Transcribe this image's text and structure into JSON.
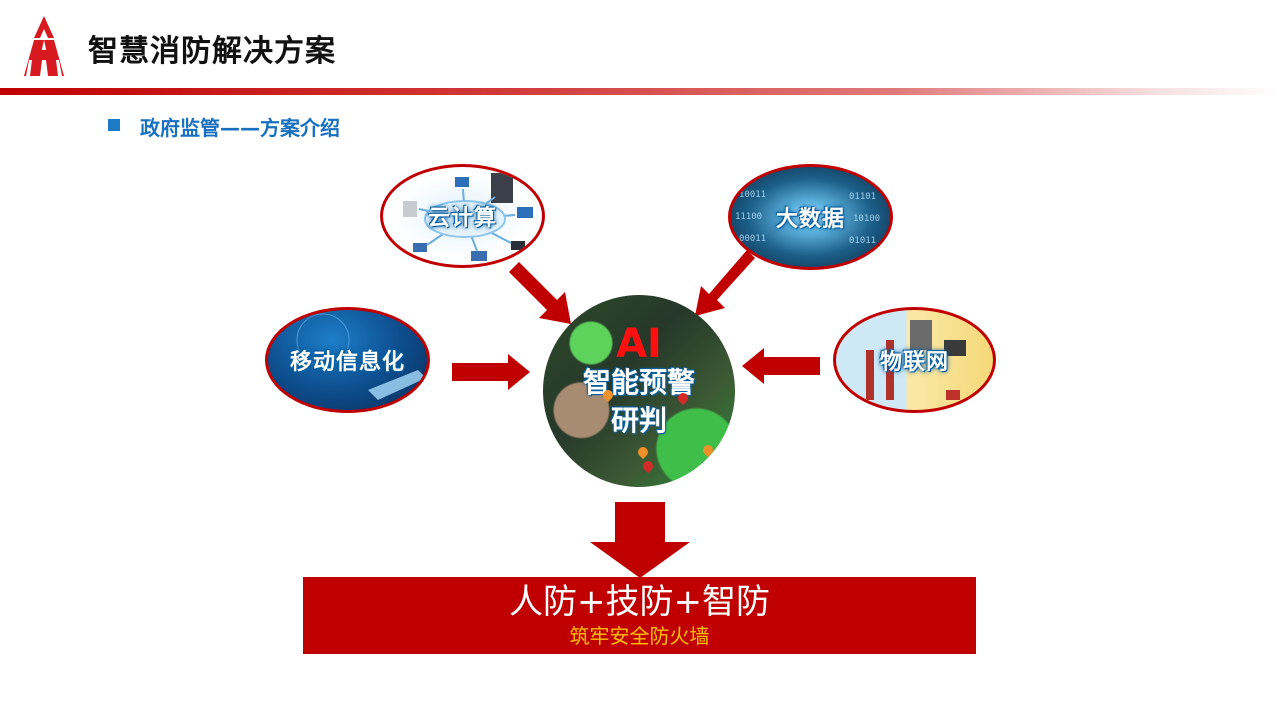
{
  "header": {
    "title": "智慧消防解决方案",
    "logo_icon": "red-triangle-logo-icon",
    "accent_color": "#c00000"
  },
  "section": {
    "bullet_icon": "square-bullet-icon",
    "subtitle": "政府监管——方案介绍",
    "subtitle_color": "#1870c0"
  },
  "diagram": {
    "inputs": [
      {
        "label": "云计算",
        "position": "top-left"
      },
      {
        "label": "大数据",
        "position": "top-right"
      },
      {
        "label": "移动信息化",
        "position": "left"
      },
      {
        "label": "物联网",
        "position": "right"
      }
    ],
    "center": {
      "badge": "AI",
      "line1": "智能预警",
      "line2": "研判"
    },
    "result": {
      "main": "人防+技防+智防",
      "sub": "筑牢安全防火墙",
      "box_color": "#c00000",
      "sub_color": "#ffc000"
    }
  }
}
